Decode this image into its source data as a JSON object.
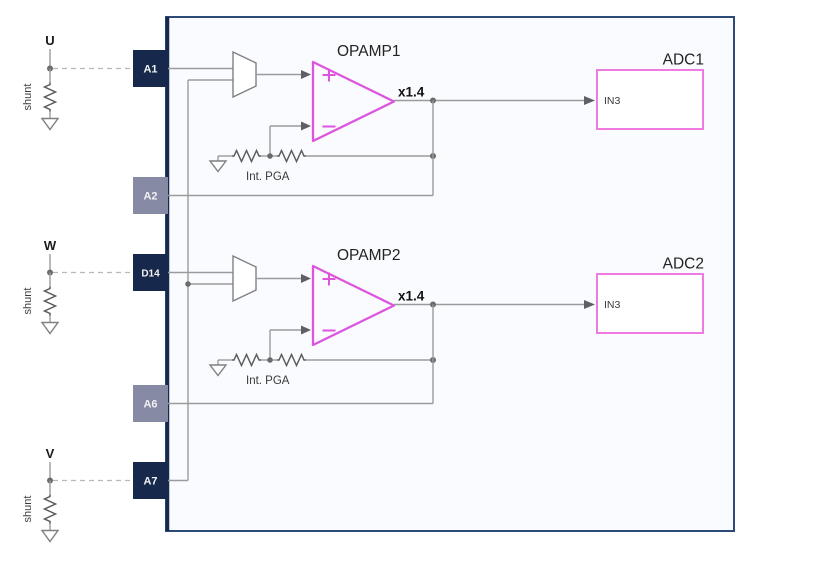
{
  "diagram": {
    "title": "opamp-shunt-current-sensing-to-adc",
    "phases": [
      {
        "label": "U",
        "shunt_label": "shunt",
        "pin": "A1"
      },
      {
        "label": "W",
        "shunt_label": "shunt",
        "pin": "D14"
      },
      {
        "label": "V",
        "shunt_label": "shunt",
        "pin": "A7"
      }
    ],
    "pins": [
      {
        "label": "A1",
        "variant": "dark"
      },
      {
        "label": "A2",
        "variant": "light"
      },
      {
        "label": "D14",
        "variant": "dark"
      },
      {
        "label": "A6",
        "variant": "light"
      },
      {
        "label": "A7",
        "variant": "dark"
      }
    ],
    "channels": [
      {
        "opamp_label": "OPAMP1",
        "gain_label": "x1.4",
        "pga_label": "Int. PGA",
        "adc_label": "ADC1",
        "adc_input_label": "IN3",
        "feedback_pin": "A2"
      },
      {
        "opamp_label": "OPAMP2",
        "gain_label": "x1.4",
        "pga_label": "Int. PGA",
        "adc_label": "ADC2",
        "adc_input_label": "IN3",
        "feedback_pin": "A6"
      }
    ],
    "colors": {
      "opamp_stroke": "#dd55dd",
      "adc_stroke": "#ee7ae2",
      "pin_dark": "#16294d",
      "pin_light": "#868aa4",
      "chip_border": "#2c4a78",
      "chip_fill": "#fafbfe",
      "wire": "#9b9b9b"
    }
  }
}
